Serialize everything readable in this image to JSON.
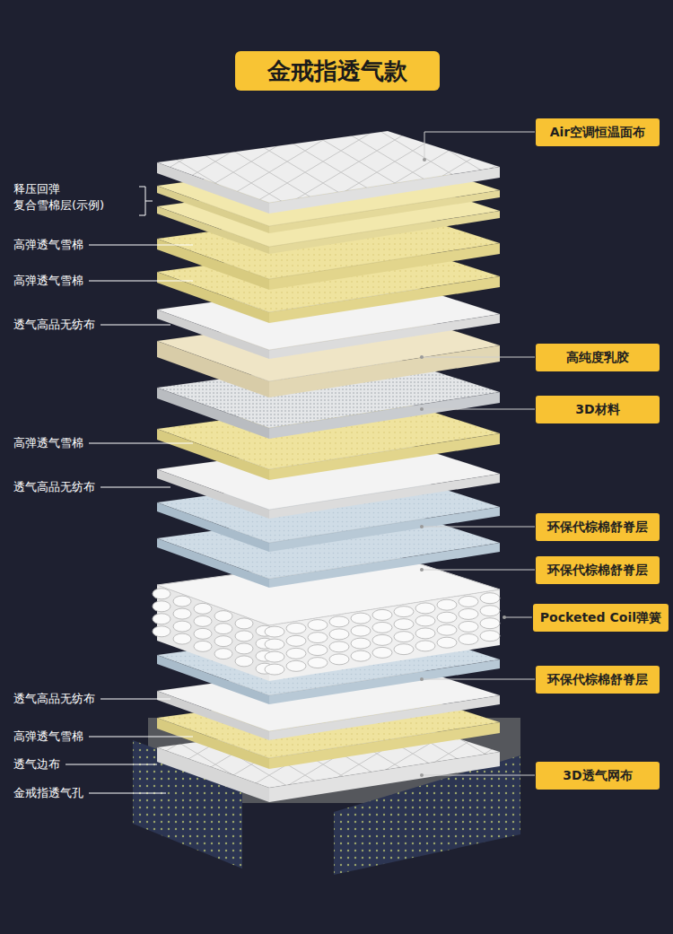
{
  "diagram": {
    "title": "金戒指透气款",
    "nodes": [
      {
        "text": [
          "Air空调恒温面布"
        ]
      },
      {
        "text": [
          "高纯度乳胶"
        ]
      },
      {
        "text": [
          "3D材料"
        ]
      },
      {
        "text": [
          "环保代棕棉舒脊层"
        ]
      },
      {
        "text": [
          "环保代棕棉舒脊层"
        ]
      },
      {
        "text": [
          "Pocketed Coil弹簧"
        ]
      },
      {
        "text": [
          "环保代棕棉舒脊层"
        ]
      },
      {
        "text": [
          "3D透气网布"
        ]
      }
    ],
    "labels": [
      "释压回弹 复合雪棉层(示例)",
      "高弹透气雪棉",
      "高弹透气雪棉",
      "透气高品无纺布",
      "高弹透气雪棉",
      "透气高品无纺布",
      "透气高品无纺布",
      "高弹透气雪棉",
      "透气边布",
      "金戒指透气孔"
    ]
  }
}
